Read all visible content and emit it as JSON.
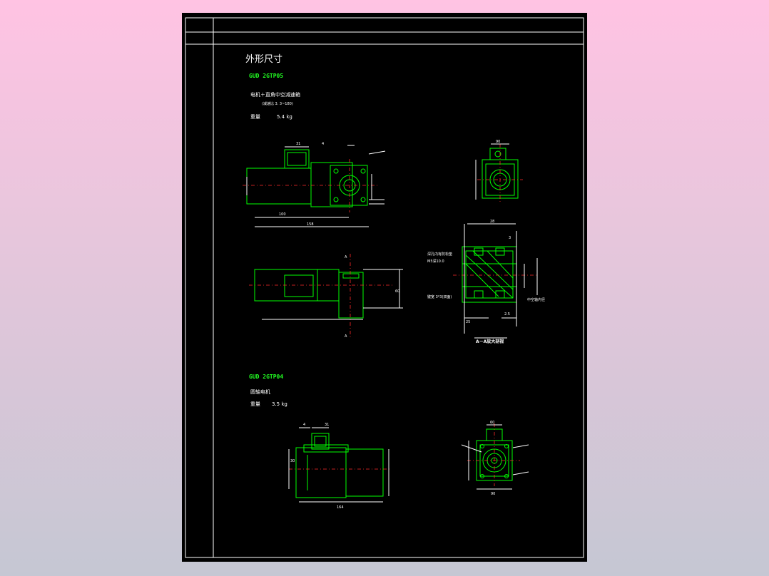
{
  "sheet": {
    "title": "外形尺寸"
  },
  "section1": {
    "model": "GUD 2GTP05",
    "desc": "电机＋直角中空减速箱",
    "ratio": "(减速比 3. 3~180)",
    "weight_label": "重量",
    "weight_value": "5.4 kg",
    "section_caption": "A－A放大剖视",
    "labels": [
      "深孔内有防松垫",
      "M5深10.0",
      "键宽 3*3(双面)",
      "中空轴内径"
    ],
    "dims": [
      "31",
      "4",
      "100",
      "158",
      "90",
      "60",
      "A",
      "A",
      "28",
      "3",
      "25",
      "2.5"
    ]
  },
  "section2": {
    "model": "GUD 2GTP04",
    "desc": "圆轴电机",
    "weight_label": "重量",
    "weight_value": "3.5 kg",
    "dims": [
      "4",
      "31",
      "164",
      "30",
      "90",
      "60"
    ]
  }
}
